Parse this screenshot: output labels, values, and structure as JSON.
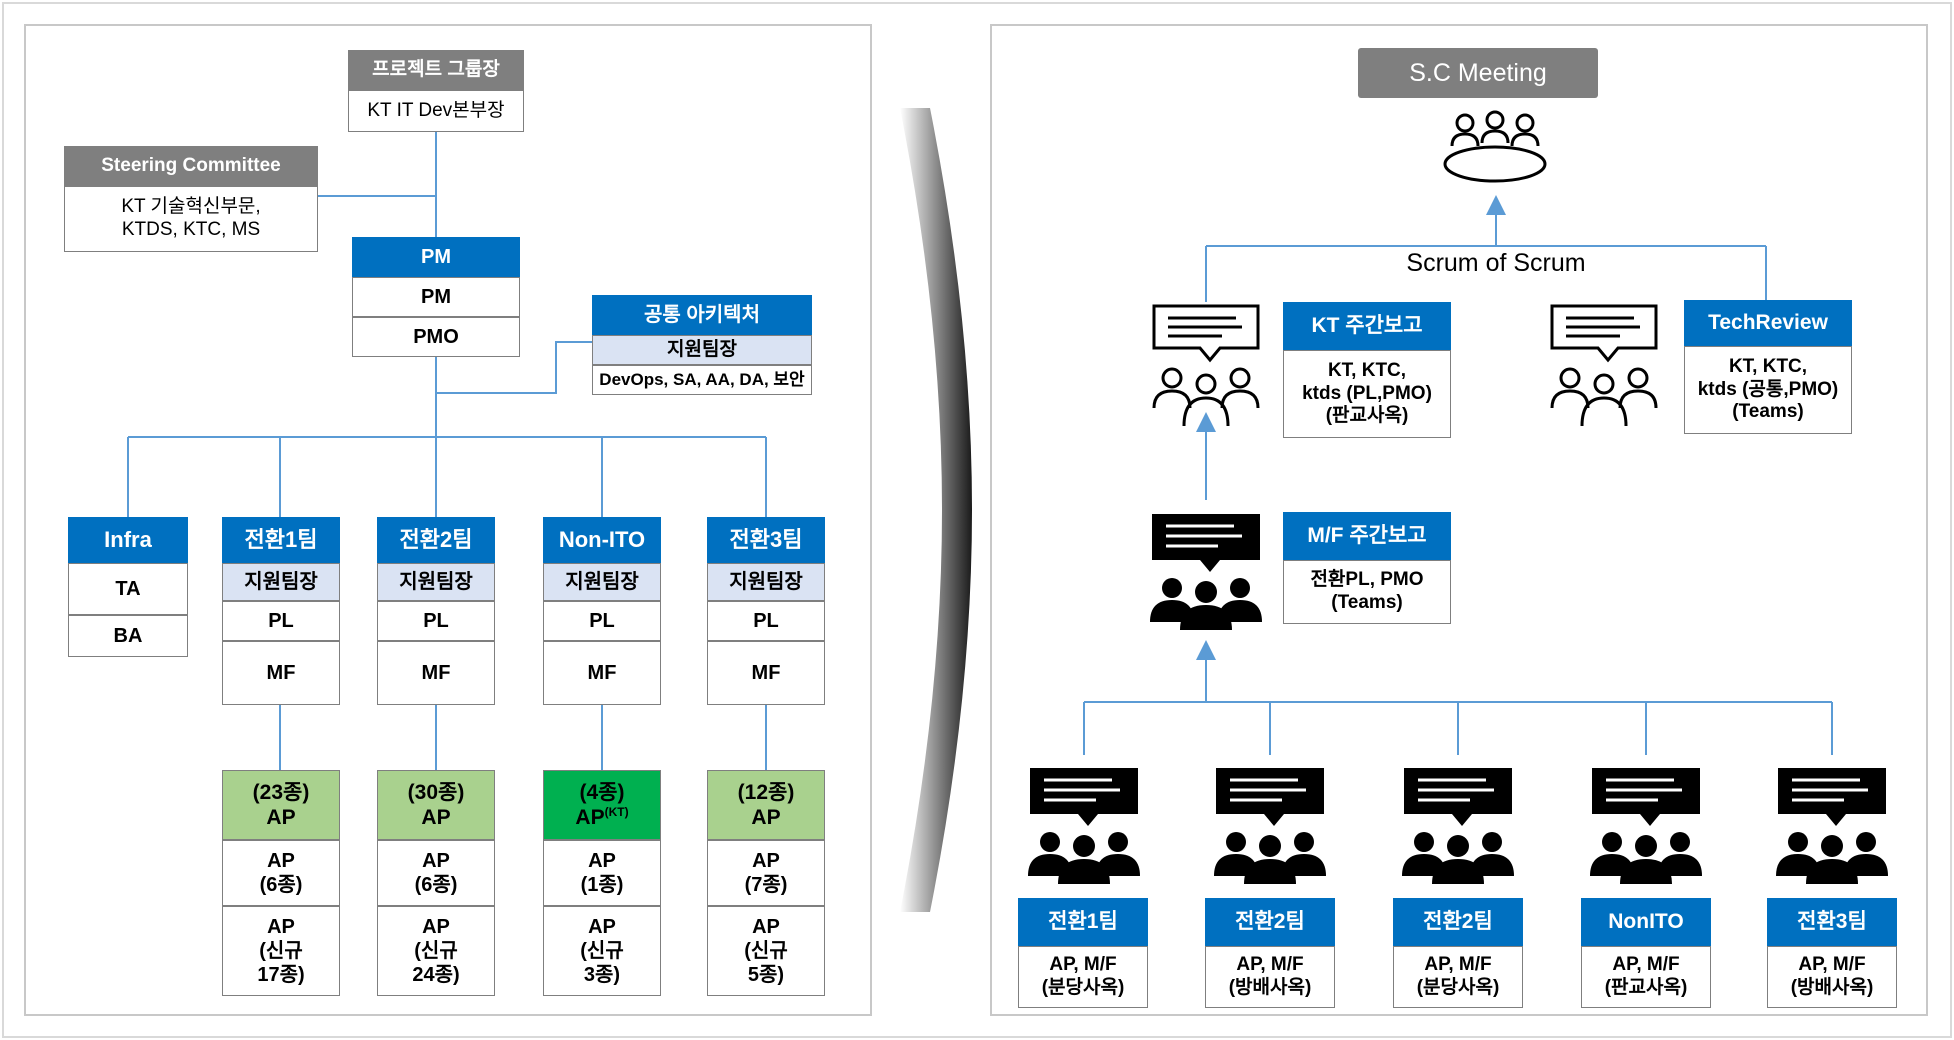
{
  "colors": {
    "blue": "#0070c0",
    "gray": "#7f7f7f",
    "line": "#5b9bd5",
    "green": "#a9d18e",
    "dark_green": "#00b050",
    "light_blue": "#dae3f3"
  },
  "left": {
    "group_head": {
      "title": "프로젝트 그룹장",
      "value": "KT IT Dev본부장"
    },
    "steering": {
      "title": "Steering Committee",
      "value": "KT 기술혁신부문,\nKTDS, KTC, MS"
    },
    "pm": {
      "title": "PM",
      "rows": [
        "PM",
        "PMO"
      ]
    },
    "arch": {
      "title": "공통 아키텍처",
      "sub": "지원팀장",
      "value": "DevOps, SA, AA, DA, 보안"
    },
    "infra": {
      "title": "Infra",
      "rows": [
        "TA",
        "BA"
      ]
    },
    "teams": [
      {
        "title": "전환1팀",
        "sub": "지원팀장",
        "pl": "PL",
        "mf": "MF",
        "count": "(23종)",
        "ap": "AP",
        "ap_sup": "",
        "row1": "AP\n(6종)",
        "row2": "AP\n(신규\n17종)"
      },
      {
        "title": "전환2팀",
        "sub": "지원팀장",
        "pl": "PL",
        "mf": "MF",
        "count": "(30종)",
        "ap": "AP",
        "ap_sup": "",
        "row1": "AP\n(6종)",
        "row2": "AP\n(신규\n24종)"
      },
      {
        "title": "Non-ITO",
        "sub": "지원팀장",
        "pl": "PL",
        "mf": "MF",
        "count": "(4종)",
        "ap": "AP",
        "ap_sup": "(KT)",
        "row1": "AP\n(1종)",
        "row2": "AP\n(신규\n3종)"
      },
      {
        "title": "전환3팀",
        "sub": "지원팀장",
        "pl": "PL",
        "mf": "MF",
        "count": "(12종)",
        "ap": "AP",
        "ap_sup": "",
        "row1": "AP\n(7종)",
        "row2": "AP\n(신규\n5종)"
      }
    ]
  },
  "right": {
    "sc_meeting": "S.C Meeting",
    "scrum_label": "Scrum of Scrum",
    "kt_weekly": {
      "title": "KT 주간보고",
      "value": "KT, KTC,\nktds (PL,PMO)\n(판교사옥)"
    },
    "tech_review": {
      "title": "TechReview",
      "value": "KT, KTC,\nktds (공통,PMO)\n(Teams)"
    },
    "mf_weekly": {
      "title": "M/F 주간보고",
      "value": "전환PL, PMO\n(Teams)"
    },
    "bottom_teams": [
      {
        "title": "전환1팀",
        "value": "AP, M/F\n(분당사옥)"
      },
      {
        "title": "전환2팀",
        "value": "AP, M/F\n(방배사옥)"
      },
      {
        "title": "전환2팀",
        "value": "AP, M/F\n(분당사옥)"
      },
      {
        "title": "NonITO",
        "value": "AP, M/F\n(판교사옥)"
      },
      {
        "title": "전환3팀",
        "value": "AP, M/F\n(방배사옥)"
      }
    ]
  }
}
